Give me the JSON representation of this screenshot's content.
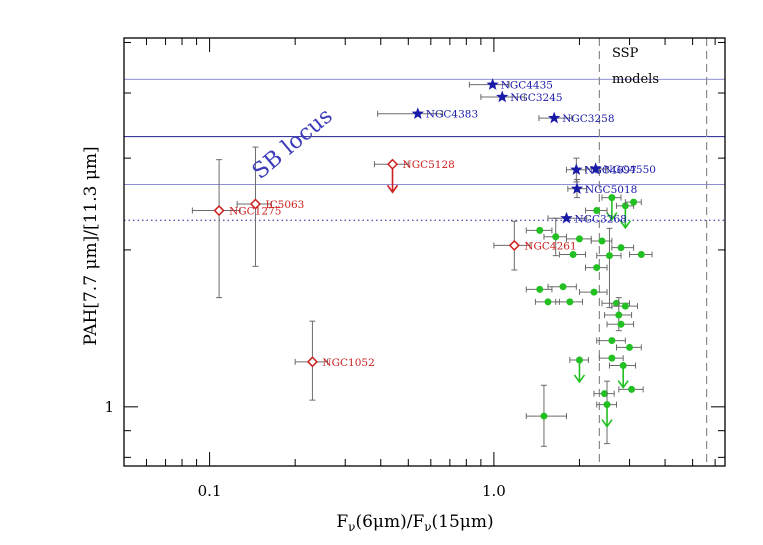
{
  "chart_data": {
    "type": "scatter",
    "xlabel_main": "F",
    "xlabel_sub": "ν",
    "xlabel_rest": "(6μm)/F",
    "xlabel_sub2": "ν",
    "xlabel_end": "(15μm)",
    "ylabel": "PAH[7.7 μm]/[11.3 μm]",
    "x_scale": "log",
    "y_scale": "log",
    "xlim": [
      0.05,
      6.5
    ],
    "ylim": [
      0.77,
      5.1
    ],
    "x_ticks": [
      {
        "value": 0.1,
        "label": "0.1"
      },
      {
        "value": 1.0,
        "label": "1.0"
      }
    ],
    "y_ticks": [
      {
        "value": 1,
        "label": "1"
      }
    ],
    "sb_locus_label": "SB locus",
    "ssp_label_line1": "SSP",
    "ssp_label_line2": "models",
    "ssp_x": [
      2.35,
      5.6
    ],
    "sb_lines": [
      {
        "y": 4.25,
        "color": "#6a6acc",
        "width": 0.8
      },
      {
        "y": 3.3,
        "color": "#3a3aa0",
        "width": 1.2
      },
      {
        "y": 2.67,
        "color": "#6a6acc",
        "width": 0.8
      }
    ],
    "dotted_y": 2.28,
    "blue_points": [
      {
        "name": "NGC4435",
        "x": 0.99,
        "y": 4.15,
        "xerr": [
          0.82,
          1.13
        ],
        "yerr": [
          0,
          0
        ]
      },
      {
        "name": "NGC3245",
        "x": 1.07,
        "y": 3.93,
        "xerr": [
          0.9,
          1.28
        ],
        "yerr": [
          0,
          0
        ]
      },
      {
        "name": "NGC4383",
        "x": 0.54,
        "y": 3.65,
        "xerr": [
          0.39,
          0.66
        ],
        "yerr": [
          0,
          0
        ]
      },
      {
        "name": "NGC3258",
        "x": 1.63,
        "y": 3.58,
        "xerr": [
          1.44,
          1.88
        ],
        "yerr": [
          0,
          0
        ]
      },
      {
        "name": "NGC4697",
        "x": 1.95,
        "y": 2.85,
        "xerr": [
          1.8,
          2.1
        ],
        "yerr": [
          2.7,
          3.0
        ]
      },
      {
        "name": "NGC4550",
        "x": 2.28,
        "y": 2.86,
        "xerr": [
          2.1,
          2.5
        ],
        "yerr": [
          0,
          0
        ]
      },
      {
        "name": "NGC5018",
        "x": 1.96,
        "y": 2.62,
        "xerr": [
          1.82,
          2.12
        ],
        "yerr": [
          2.52,
          2.73
        ]
      },
      {
        "name": "NGC3268",
        "x": 1.8,
        "y": 2.3,
        "xerr": [
          1.55,
          2.12
        ],
        "yerr": [
          0,
          0
        ]
      }
    ],
    "red_points": [
      {
        "name": "NGC5128",
        "x": 0.44,
        "y": 2.92,
        "xerr": [
          0.38,
          0.5
        ],
        "yerr": [
          0,
          0
        ],
        "upper_limit": true
      },
      {
        "name": "IC5063",
        "x": 0.145,
        "y": 2.45,
        "xerr": [
          0.125,
          0.165
        ],
        "yerr": [
          1.86,
          3.15
        ]
      },
      {
        "name": "NGC1275",
        "x": 0.108,
        "y": 2.38,
        "xerr": [
          0.087,
          0.128
        ],
        "yerr": [
          1.62,
          2.98
        ]
      },
      {
        "name": "NGC4261",
        "x": 1.18,
        "y": 2.04,
        "xerr": [
          1.0,
          1.34
        ],
        "yerr": [
          1.83,
          2.27
        ]
      },
      {
        "name": "NGC1052",
        "x": 0.23,
        "y": 1.22,
        "xerr": [
          0.2,
          0.26
        ],
        "yerr": [
          1.03,
          1.46
        ]
      }
    ],
    "green_points": [
      {
        "x": 2.6,
        "y": 2.52,
        "xerr": [
          2.4,
          2.8
        ],
        "yerr": [
          0,
          0
        ],
        "upper_limit": true
      },
      {
        "x": 2.9,
        "y": 2.43,
        "xerr": [
          2.7,
          3.1
        ],
        "yerr": [
          0,
          0
        ],
        "upper_limit": true
      },
      {
        "x": 3.1,
        "y": 2.47,
        "xerr": [
          2.9,
          3.3
        ],
        "yerr": [
          0,
          0
        ]
      },
      {
        "x": 2.3,
        "y": 2.38,
        "xerr": [
          2.1,
          2.5
        ],
        "yerr": [
          0,
          0
        ]
      },
      {
        "x": 1.45,
        "y": 2.18,
        "xerr": [
          1.3,
          1.6
        ],
        "yerr": [
          0,
          0
        ]
      },
      {
        "x": 1.65,
        "y": 2.12,
        "xerr": [
          1.5,
          1.8
        ],
        "yerr": [
          1.95,
          2.3
        ]
      },
      {
        "x": 2.0,
        "y": 2.1,
        "xerr": [
          1.8,
          2.2
        ],
        "yerr": [
          0,
          0
        ]
      },
      {
        "x": 2.4,
        "y": 2.08,
        "xerr": [
          2.2,
          2.6
        ],
        "yerr": [
          0,
          0
        ]
      },
      {
        "x": 2.8,
        "y": 2.02,
        "xerr": [
          2.6,
          3.1
        ],
        "yerr": [
          0,
          0
        ]
      },
      {
        "x": 1.9,
        "y": 1.96,
        "xerr": [
          1.7,
          2.1
        ],
        "yerr": [
          0,
          0
        ]
      },
      {
        "x": 2.55,
        "y": 1.95,
        "xerr": [
          2.3,
          2.8
        ],
        "yerr": [
          1.55,
          2.2
        ]
      },
      {
        "x": 3.3,
        "y": 1.96,
        "xerr": [
          3.0,
          3.6
        ],
        "yerr": [
          0,
          0
        ]
      },
      {
        "x": 2.3,
        "y": 1.85,
        "xerr": [
          2.1,
          2.5
        ],
        "yerr": [
          0,
          0
        ]
      },
      {
        "x": 1.45,
        "y": 1.68,
        "xerr": [
          1.3,
          1.6
        ],
        "yerr": [
          0,
          0
        ]
      },
      {
        "x": 1.75,
        "y": 1.7,
        "xerr": [
          1.55,
          1.95
        ],
        "yerr": [
          0,
          0
        ]
      },
      {
        "x": 2.25,
        "y": 1.66,
        "xerr": [
          2.0,
          2.5
        ],
        "yerr": [
          0,
          0
        ]
      },
      {
        "x": 1.55,
        "y": 1.59,
        "xerr": [
          1.4,
          1.7
        ],
        "yerr": [
          0,
          0
        ]
      },
      {
        "x": 1.85,
        "y": 1.59,
        "xerr": [
          1.65,
          2.05
        ],
        "yerr": [
          0,
          0
        ]
      },
      {
        "x": 2.7,
        "y": 1.58,
        "xerr": [
          2.4,
          3.0
        ],
        "yerr": [
          0,
          0
        ]
      },
      {
        "x": 2.9,
        "y": 1.56,
        "xerr": [
          2.6,
          3.2
        ],
        "yerr": [
          0,
          0
        ]
      },
      {
        "x": 2.75,
        "y": 1.5,
        "xerr": [
          2.45,
          3.05
        ],
        "yerr": [
          1.4,
          1.62
        ]
      },
      {
        "x": 2.8,
        "y": 1.44,
        "xerr": [
          2.5,
          3.1
        ],
        "yerr": [
          0,
          0
        ]
      },
      {
        "x": 2.6,
        "y": 1.34,
        "xerr": [
          2.3,
          2.9
        ],
        "yerr": [
          0,
          0
        ]
      },
      {
        "x": 3.0,
        "y": 1.3,
        "xerr": [
          2.7,
          3.3
        ],
        "yerr": [
          0,
          0
        ]
      },
      {
        "x": 2.0,
        "y": 1.23,
        "xerr": [
          1.85,
          2.15
        ],
        "yerr": [
          0,
          0
        ],
        "upper_limit": true
      },
      {
        "x": 2.6,
        "y": 1.24,
        "xerr": [
          2.35,
          2.85
        ],
        "yerr": [
          0,
          0
        ]
      },
      {
        "x": 2.85,
        "y": 1.2,
        "xerr": [
          2.55,
          3.15
        ],
        "yerr": [
          0,
          0
        ],
        "upper_limit": true
      },
      {
        "x": 3.05,
        "y": 1.08,
        "xerr": [
          2.75,
          3.35
        ],
        "yerr": [
          0,
          0
        ]
      },
      {
        "x": 2.45,
        "y": 1.06,
        "xerr": [
          2.25,
          2.65
        ],
        "yerr": [
          0,
          0
        ]
      },
      {
        "x": 2.5,
        "y": 1.01,
        "xerr": [
          2.3,
          2.7
        ],
        "yerr": [
          0.85,
          1.12
        ],
        "upper_limit": true
      },
      {
        "x": 1.5,
        "y": 0.96,
        "xerr": [
          1.3,
          1.8
        ],
        "yerr": [
          0.84,
          1.1
        ]
      }
    ],
    "colors": {
      "blue": "#1a1aa8",
      "red": "#cc2020",
      "green": "#22c022",
      "err": "#6b6b6b",
      "sb_text": "#3c3cbb",
      "frame": "#000000"
    }
  }
}
